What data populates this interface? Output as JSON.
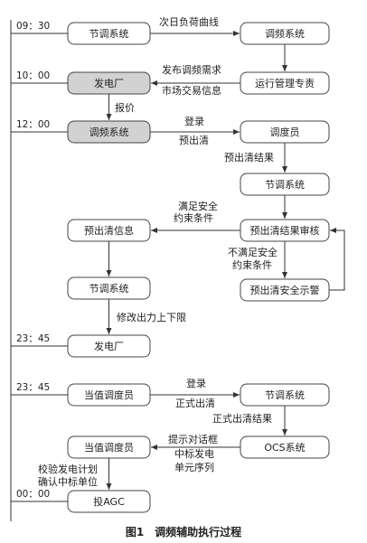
{
  "times": {
    "t1": "09：30",
    "t2": "10：00",
    "t3": "12：00",
    "t4": "23：45",
    "t5": "23：45",
    "t6": "00：00"
  },
  "nodes": {
    "n_tiaopin_1": "节调系统",
    "n_tiaopin_xt": "调频系统",
    "n_yunxing": "运行管理专责",
    "n_fadian_1": "发电厂",
    "n_tiaopin_2": "调频系统",
    "n_diaodu": "调度员",
    "n_jietiao_2": "节调系统",
    "n_shenhe": "预出清结果审核",
    "n_yuxinxi": "预出清信息",
    "n_jiejian": "预出清安全示警",
    "n_jietiao_3": "节调系统",
    "n_fadian_2": "发电厂",
    "n_dangzhi_1": "当值调度员",
    "n_jietiao_4": "节调系统",
    "n_ocs": "OCS系统",
    "n_dangzhi_2": "当值调度员",
    "n_agc": "投AGC"
  },
  "labels": {
    "l_fuhe": "次日负荷曲线",
    "l_fabu_1": "发布调频需求",
    "l_fabu_2": "市场交易信息",
    "l_baojia": "报价",
    "l_denglu_1": "登录",
    "l_yuchuqing": "预出清",
    "l_jieguo": "预出清结果",
    "l_manzu_1": "满足安全",
    "l_manzu_2": "约束条件",
    "l_bumanzu_1": "不满足安全",
    "l_bumanzu_2": "约束条件",
    "l_xiugai": "修改出力上下限",
    "l_denglu_2": "登录",
    "l_zhengshi": "正式出清",
    "l_zhengshijg": "正式出清结果",
    "l_tishi": "提示对话框",
    "l_zhongbiao_1": "中标发电",
    "l_zhongbiao_2": "单元序列",
    "l_jiaoyan_1": "校验发电计划",
    "l_jiaoyan_2": "确认中标单位"
  },
  "caption": "图1　调频辅助执行过程"
}
